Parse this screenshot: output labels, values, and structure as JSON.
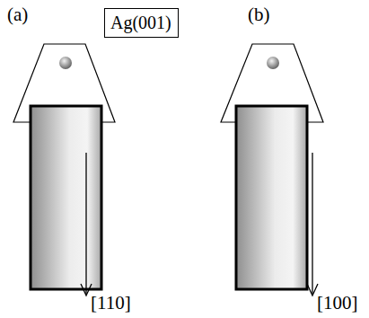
{
  "diagram": {
    "nodes": [
      {
        "text": [
          "Ag(001)"
        ]
      }
    ],
    "labels": [
      "(a)",
      "(b)",
      "[110]",
      "[100]"
    ]
  }
}
